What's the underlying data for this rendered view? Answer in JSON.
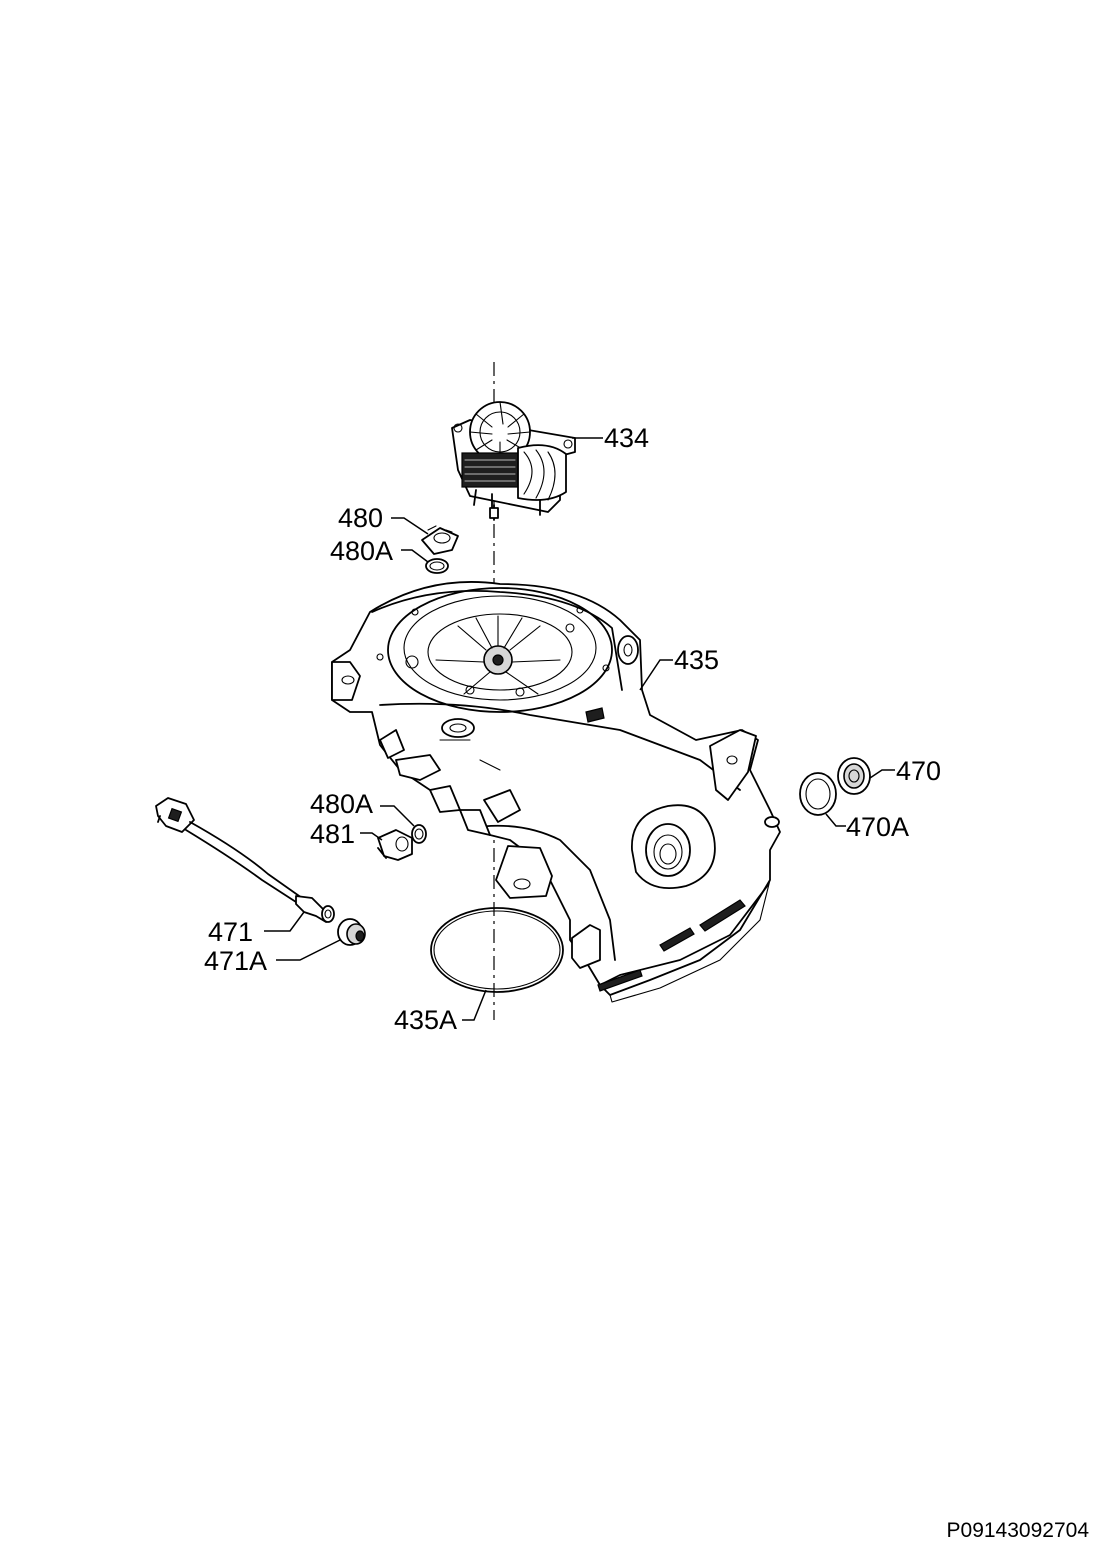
{
  "document_code": "P09143092704",
  "labels": {
    "p434": "434",
    "p480": "480",
    "p480a_top": "480A",
    "p435": "435",
    "p470": "470",
    "p470a": "470A",
    "p480a_mid": "480A",
    "p481": "481",
    "p471": "471",
    "p471a": "471A",
    "p435a": "435A"
  }
}
